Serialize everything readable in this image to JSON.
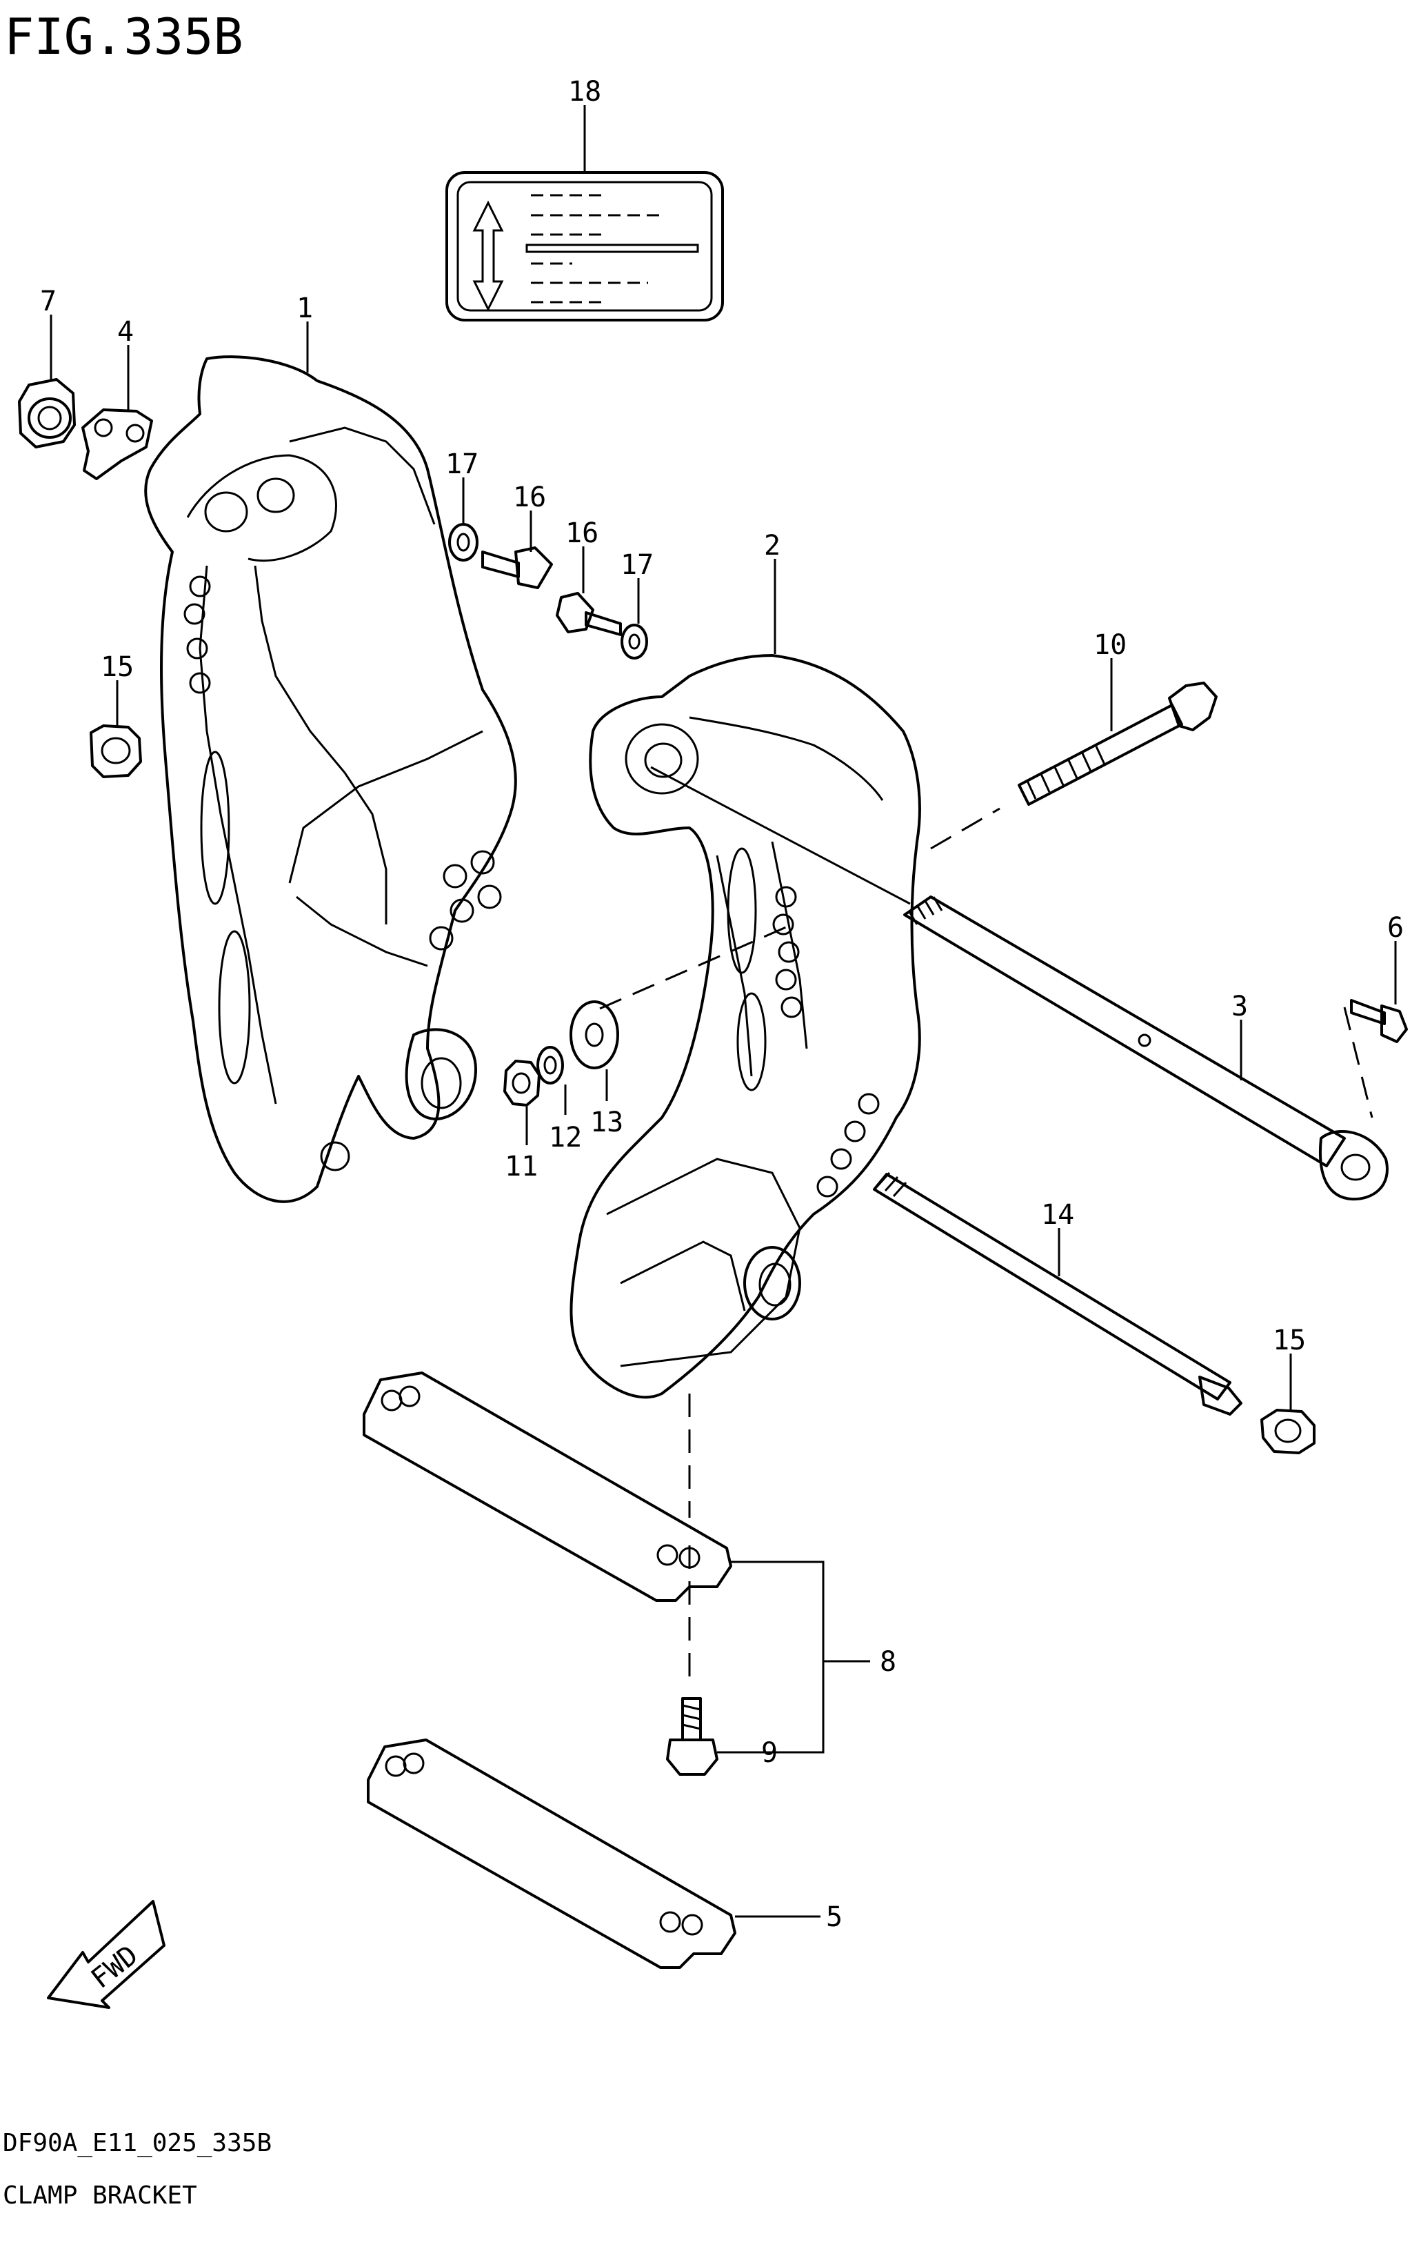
{
  "figure": {
    "number": "FIG.335B",
    "code": "DF90A_E11_025_335B",
    "name": "CLAMP BRACKET"
  },
  "callouts": {
    "c1": "1",
    "c2": "2",
    "c3": "3",
    "c4": "4",
    "c5": "5",
    "c6": "6",
    "c7": "7",
    "c8": "8",
    "c9": "9",
    "c10": "10",
    "c11": "11",
    "c12": "12",
    "c13": "13",
    "c14": "14",
    "c15a": "15",
    "c15b": "15",
    "c16a": "16",
    "c16b": "16",
    "c17a": "17",
    "c17b": "17",
    "c18": "18"
  },
  "direction_badge": "FWD"
}
